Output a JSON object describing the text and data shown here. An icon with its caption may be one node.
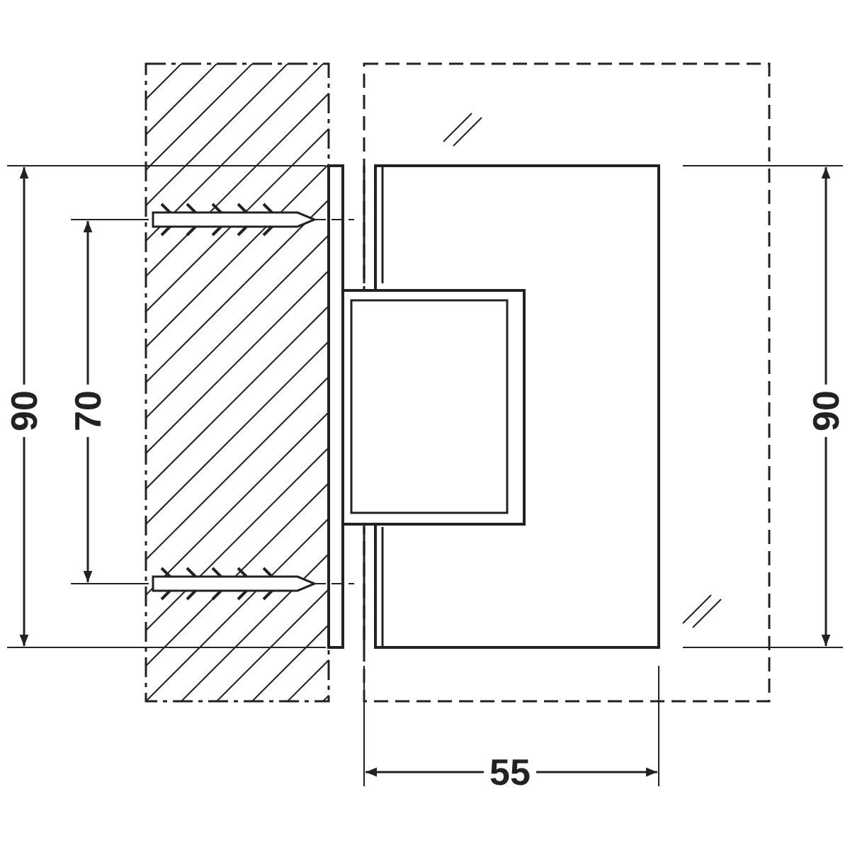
{
  "diagram": {
    "labels": [
      "90",
      "70",
      "90",
      "55"
    ]
  }
}
